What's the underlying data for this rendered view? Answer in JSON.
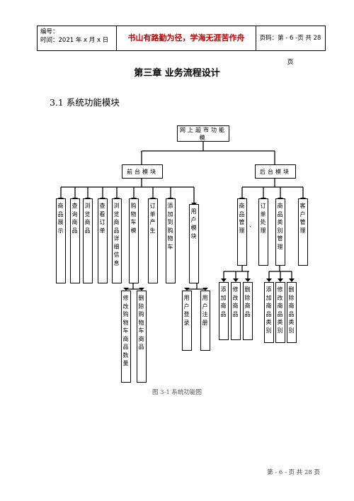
{
  "header": {
    "number_label": "编号：",
    "time_label": "时间：2021 年 x 月 x 日",
    "slogan": "书山有路勤为径，学海无涯苦作舟",
    "page_info": "页码：第 - 6 -页 共 28 页"
  },
  "chapter_title": "第三章   业务流程设计",
  "section_title": "3.1  系统功能模块",
  "diagram": {
    "root": "网上超市功能模",
    "front": "前台模块",
    "back": "后台模块",
    "front_items": [
      "商品展示",
      "查询商品",
      "浏览商品",
      "查看订单",
      "浏览商品详细信息",
      "购物车模",
      "订单产生",
      "添加到购物车",
      "用户模块"
    ],
    "cart_subs": [
      "修改购物车商品数量",
      "删除购物车商品"
    ],
    "user_subs": [
      "用户登录",
      "用户注册"
    ],
    "back_items": [
      "商品管理",
      "订单处理",
      "商品类别管理",
      "客户管理"
    ],
    "goods_subs": [
      "添加商品",
      "修改商品",
      "删除商品"
    ],
    "category_subs": [
      "添加商品类别",
      "修改商品类别",
      "删除商品类别"
    ],
    "stray_mark": "、"
  },
  "figure_caption": "图 3-1  系统功能图",
  "footer": "第 - 6 - 页 共 28 页"
}
